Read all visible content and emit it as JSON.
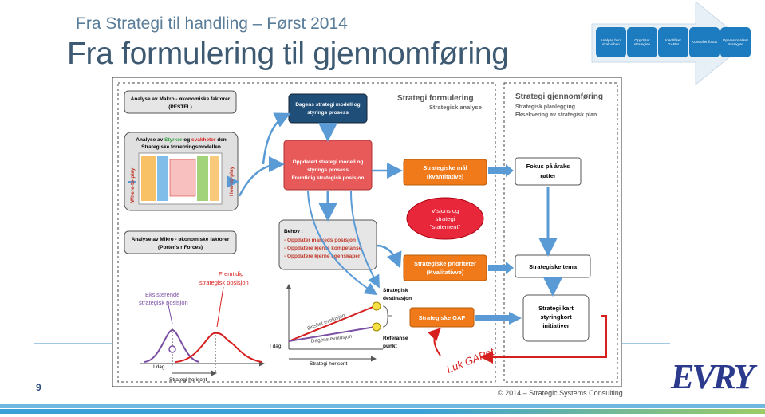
{
  "header": {
    "subtitle": "Fra Strategi til handling – Først 2014",
    "title": "Fra formulering til gjennomføring"
  },
  "process_chevrons": [
    "Analyse hvor skal vi hen",
    "Oppdater strategien",
    "Identifiser GAPet",
    "Kontroller fokus",
    "Operasjonaliser strategien"
  ],
  "diagram": {
    "section_formulering": {
      "title": "Strategi formulering",
      "subtitle": "Strategisk analyse"
    },
    "section_gjennomforing": {
      "title": "Strategi gjennomføring",
      "line1": "Strategisk planlegging",
      "line2": "Eksekvering av strategisk plan"
    },
    "macro_box": {
      "line1": "Analyse av Makro - økonomiske faktorer",
      "line2": "(PESTEL)"
    },
    "swot_box": {
      "line1_a": "Analyse av",
      "strengths": "Styrker",
      "and": "og",
      "weaknesses": "svakheter",
      "line1_b": "den",
      "line2": "Strategiske forretningsmodellen"
    },
    "where_to_play": "Where-to-play",
    "how_to_play": "How-to-play",
    "micro_box": {
      "line1": "Analyse av Mikro - økonomiske faktorer",
      "line2": "(Porter's r Forces)"
    },
    "current_model": {
      "line1": "Dagens strategi modell og",
      "line2": "styrings prosess"
    },
    "updated_model": {
      "line1": "Oppdatert strategi modell og",
      "line2": "styrings prosess",
      "line3": "Fremtidig strategisk posisjon"
    },
    "needs_box": {
      "heading": "Behov :",
      "items": [
        "Oppdater markeds posisjon",
        "Oppdatere kjerne kompetanse",
        "Oppdatere kjerne egenskaper"
      ]
    },
    "goals_box": {
      "line1": "Strategiske mål",
      "line2": "(kvantitative)"
    },
    "vision_ellipse": {
      "line1": "Visjons og",
      "line2": "strategi",
      "line3": "\"statement\""
    },
    "priorities_box": {
      "line1": "Strategiske prioriteter",
      "line2": "(Kvalitativve)"
    },
    "gap_box": "Strategiske GAP",
    "focus_box": {
      "line1": "Fokus på åraks",
      "line2": "røtter"
    },
    "theme_box": "Strategiske tema",
    "map_box": {
      "line1": "Strategi kart",
      "line2": "styringkort",
      "line3": "initiativer"
    },
    "dist_labels": {
      "existing_1": "Eksisterende",
      "existing_2": "strategisk posisjon",
      "future_1": "Fremtidig",
      "future_2": "strategisk posisjon",
      "i_dag": "I dag",
      "horizon": "Strategi horisont"
    },
    "evo_labels": {
      "dest_1": "Strategisk",
      "dest_2": "destinasjon",
      "desired": "Ønsket evolusjon",
      "today_evo": "Dagens evolusjon",
      "ref_1": "Referanse",
      "ref_2": "punkt",
      "i_dag": "I dag",
      "horizon": "Strategi horisont"
    },
    "luk_gapet": "Luk GAPet"
  },
  "footer": {
    "page_number": "9",
    "copyright": "© 2014 – Strategic Systems Consulting",
    "logo": "EVRY"
  },
  "colors": {
    "orange": "#f07a1a",
    "red_box": "#e85a5a",
    "navy": "#1f4e79",
    "arrow_blue": "#5b9bd5",
    "chevron": "#1d7bbf"
  }
}
